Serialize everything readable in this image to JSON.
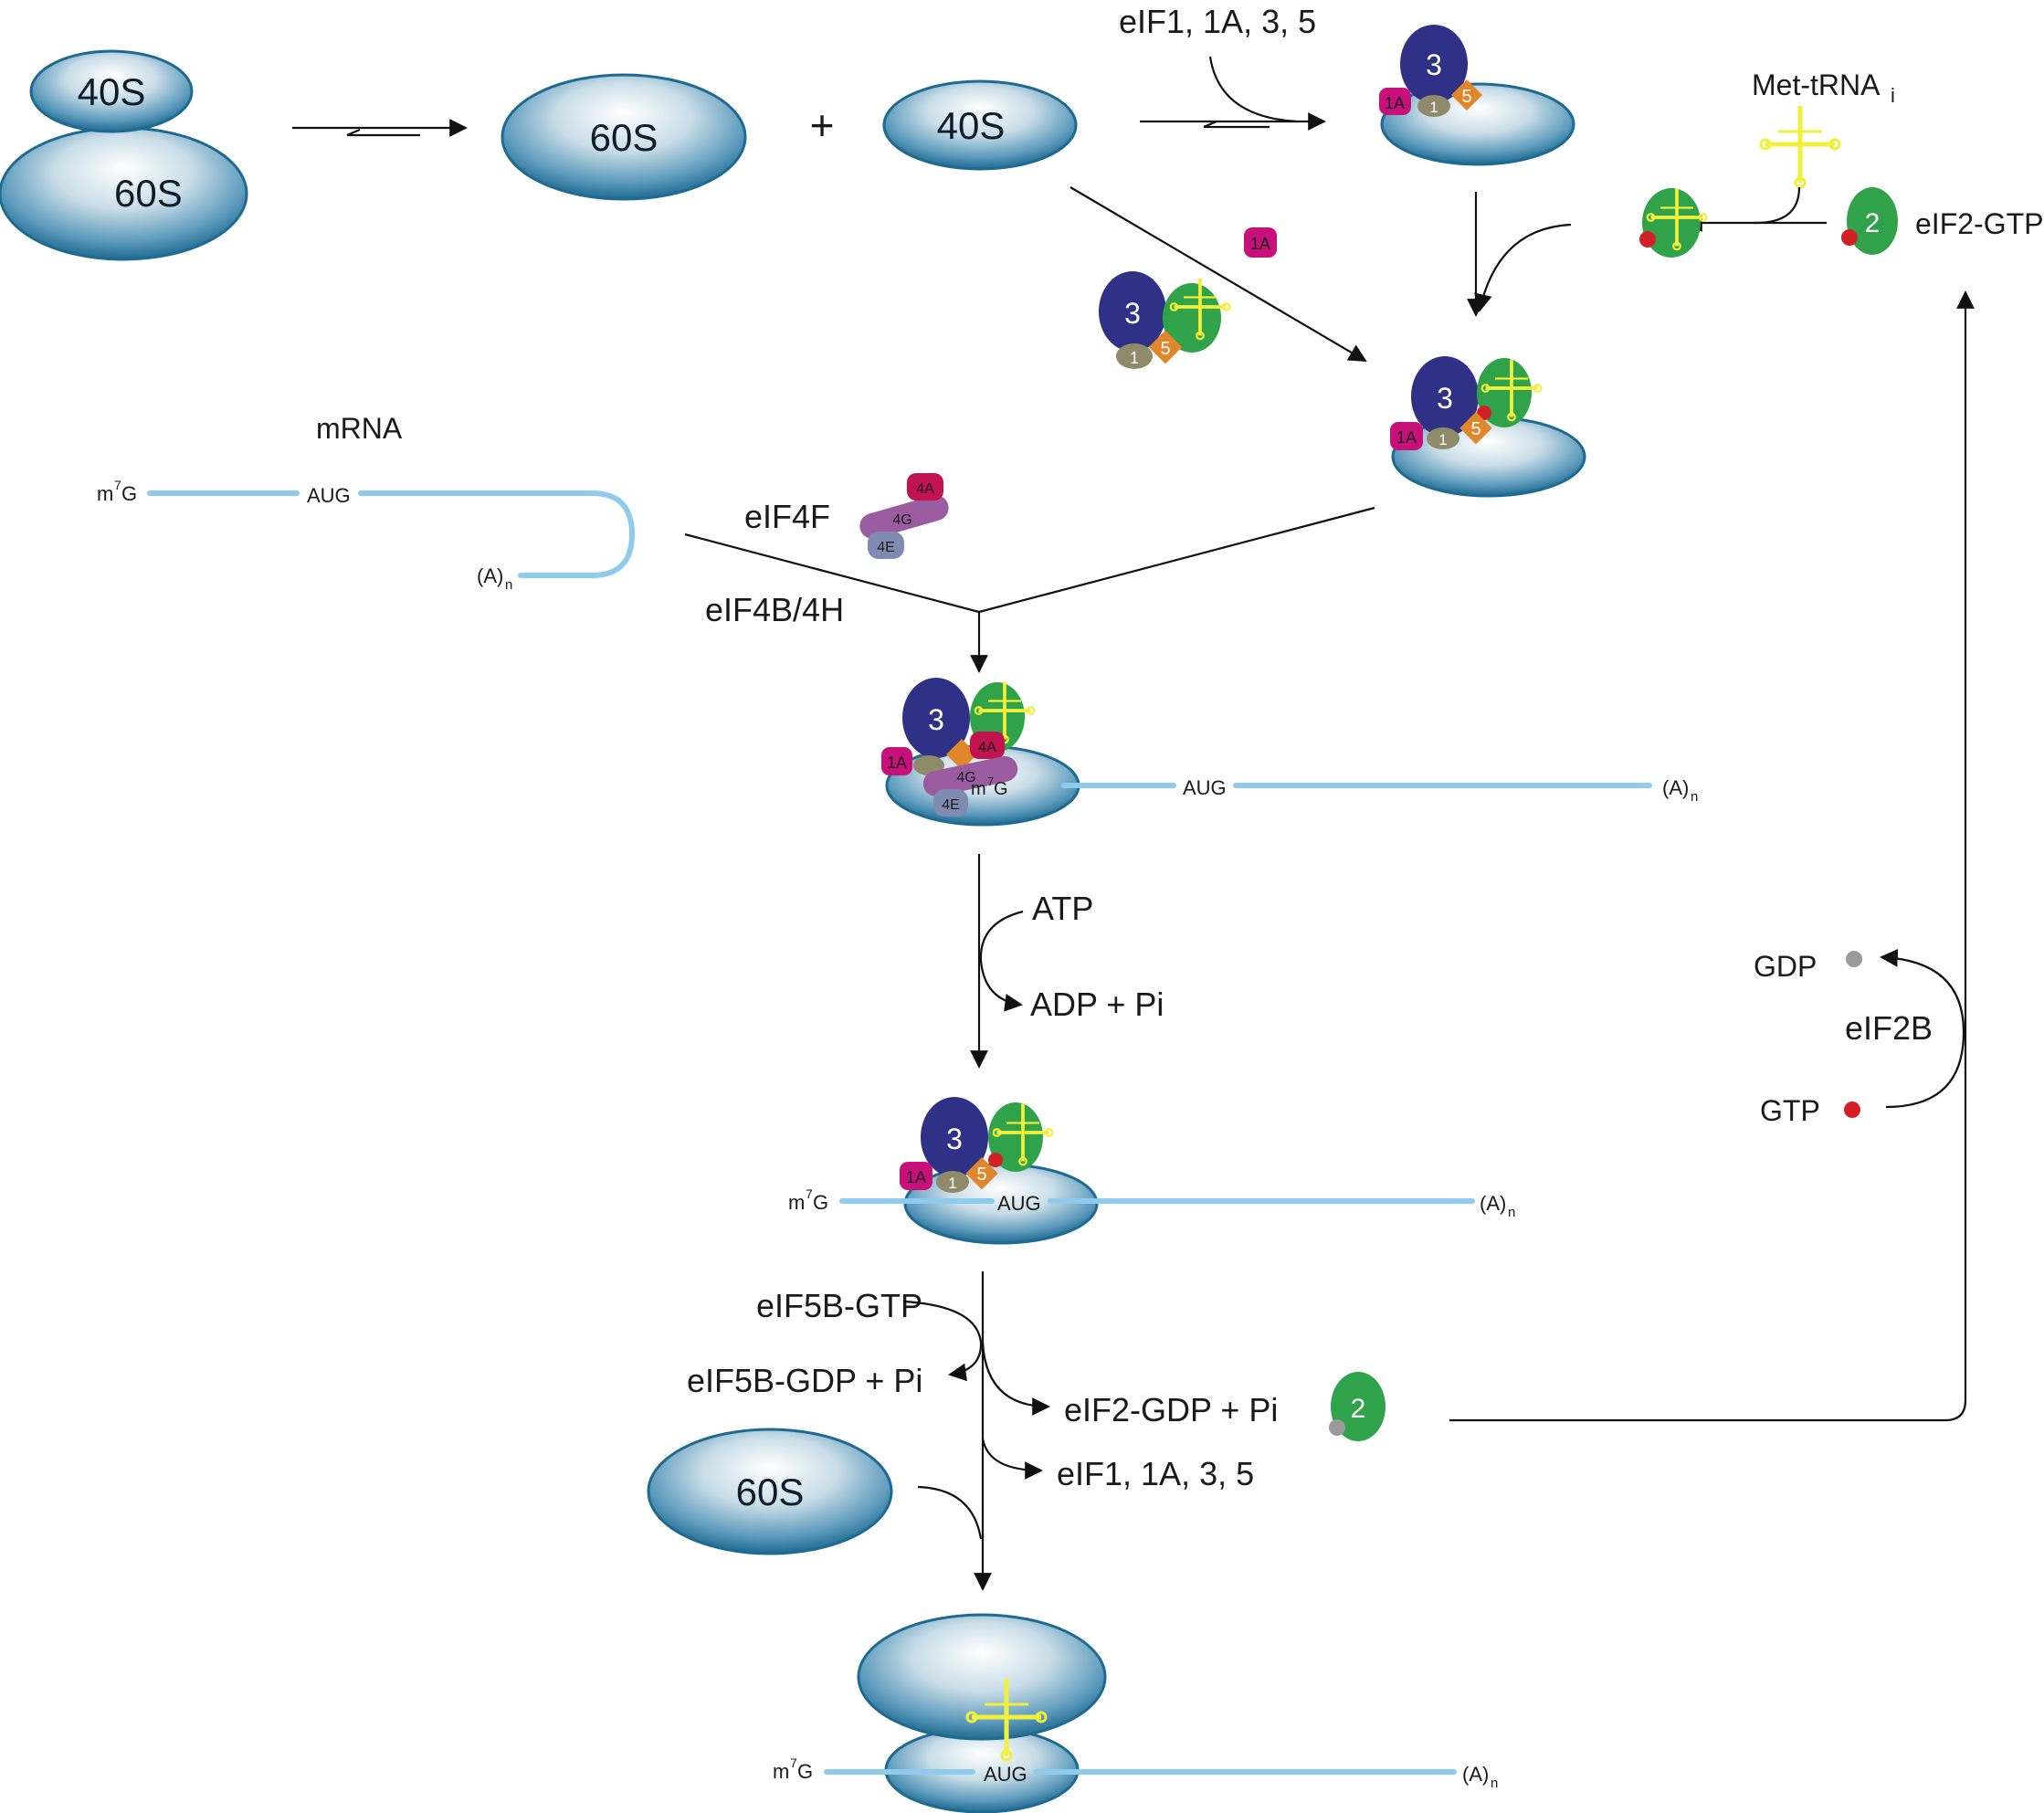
{
  "ribosome": {
    "small": "40S",
    "large": "60S",
    "plus": "+"
  },
  "factors": {
    "eif3": "3",
    "eif1": "1",
    "eif1a": "1A",
    "eif5": "5",
    "eif2": "2",
    "eif4a": "4A",
    "eif4g": "4G",
    "eif4e": "4E"
  },
  "labels": {
    "eif1_1a_3_5_top": "eIF1, 1A, 3, 5",
    "met_trna": "Met-tRNA",
    "met_trna_sub": "i",
    "eif2_gtp": "eIF2-GTP",
    "mrna": "mRNA",
    "eif4f": "eIF4F",
    "eif4b_4h": "eIF4B/4H",
    "atp": "ATP",
    "adp_pi": "ADP + Pi",
    "gdp": "GDP",
    "gtp": "GTP",
    "eif2b": "eIF2B",
    "eif5b_gtp": "eIF5B-GTP",
    "eif5b_gdp_pi": "eIF5B-GDP + Pi",
    "eif2_gdp_pi": "eIF2-GDP + Pi",
    "eif1_1a_3_5_bottom": "eIF1, 1A, 3, 5"
  },
  "mrna_marks": {
    "cap": "m",
    "cap_sup": "7",
    "cap_g": "G",
    "aug": "AUG",
    "polya": "(A)",
    "polya_sub": "n"
  },
  "colors": {
    "ribosome": "#3a7fa3",
    "eif3": "#2e3186",
    "eif1": "#8f8a6a",
    "eif1a": "#c8107b",
    "eif5": "#e0862b",
    "eif2": "#2fa24a",
    "trna": "#f2f03a",
    "eif4a": "#c0134f",
    "eif4g": "#9a5ba0",
    "eif4e": "#7f8bb0",
    "mrna": "#8ecbec",
    "gtp_dot": "#d32027",
    "gdp_dot": "#9a9a9a"
  }
}
